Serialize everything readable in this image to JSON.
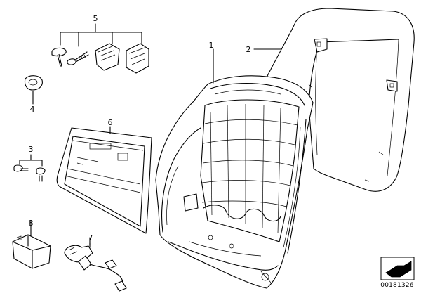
{
  "callouts": {
    "c1": "1",
    "c2": "2",
    "c3": "3",
    "c4": "4",
    "c5": "5",
    "c6": "6",
    "c7": "7",
    "c8": "8"
  },
  "document_id": "00181326",
  "icons": [
    "direction-arrow-icon"
  ],
  "colors": {
    "line": "#000000",
    "background": "#ffffff"
  }
}
